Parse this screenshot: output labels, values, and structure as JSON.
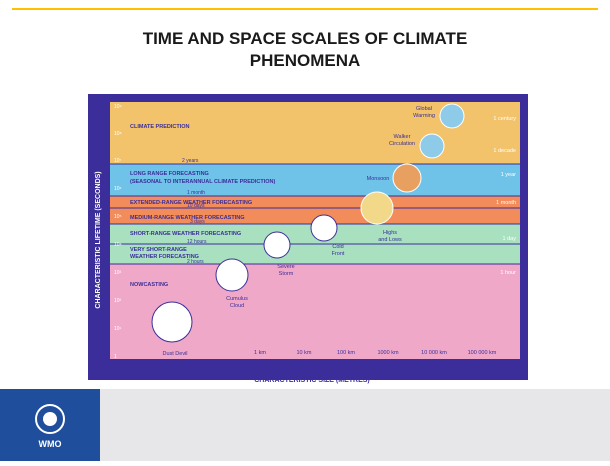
{
  "slide": {
    "title": "TIME AND SPACE SCALES OF CLIMATE PHENOMENA",
    "logo_text": "WMO"
  },
  "diagram": {
    "y_axis_label": "CHARACTERISTIC LIFETIME (SECONDS)",
    "x_axis_label": "CHARACTERISTIC SIZE (METRES)",
    "y_ticks": [
      "10⁹",
      "10⁸",
      "10⁷",
      "10⁶",
      "10⁵",
      "10⁴",
      "10³",
      "10²",
      "10¹",
      "1"
    ],
    "bands": [
      {
        "label": "CLIMATE PREDICTION",
        "color": "#f2c36a"
      },
      {
        "label": "LONG RANGE FORECASTING",
        "color": "#6fc3e8"
      },
      {
        "label": "(SEASONAL TO INTERANNUAL CLIMATE PREDICTION)",
        "color": "#6fc3e8"
      },
      {
        "label": "EXTENDED-RANGE WEATHER FORECASTING",
        "color": "#f28c5a"
      },
      {
        "label": "MEDIUM-RANGE WEATHER FORECASTING",
        "color": "#f4a36a"
      },
      {
        "label": "SHORT-RANGE WEATHER FORECASTING",
        "color": "#a8e0c0"
      },
      {
        "label": "VERY SHORT-RANGE",
        "color": "#a8e0c0"
      },
      {
        "label": "WEATHER FORECASTING",
        "color": "#a8e0c0"
      },
      {
        "label": "NOWCASTING",
        "color": "#f0a8c8"
      }
    ],
    "separators": [
      "2 years",
      "1 month",
      "10 days",
      "3 days",
      "12 hours",
      "2 hours"
    ],
    "right_labels": [
      "1 century",
      "1 decade",
      "1 year",
      "1 month",
      "1 day",
      "1 hour"
    ],
    "x_ticks": [
      "1 km",
      "10 km",
      "100 km",
      "1000 km",
      "10 000 km",
      "100 000 km"
    ],
    "phenomena": [
      {
        "name": "Global",
        "name2": "Warming"
      },
      {
        "name": "Walker",
        "name2": "Circulation"
      },
      {
        "name": "Monsoon",
        "name2": ""
      },
      {
        "name": "Highs",
        "name2": "and Lows"
      },
      {
        "name": "Cold",
        "name2": "Front"
      },
      {
        "name": "Severe",
        "name2": "Storm"
      },
      {
        "name": "Cumulus",
        "name2": "Cloud"
      },
      {
        "name": "Dust Devil",
        "name2": ""
      }
    ],
    "colors": {
      "frame": "#3b2e9a",
      "footer_blue": "#1e4e9c",
      "title_line": "#ffc000"
    }
  }
}
